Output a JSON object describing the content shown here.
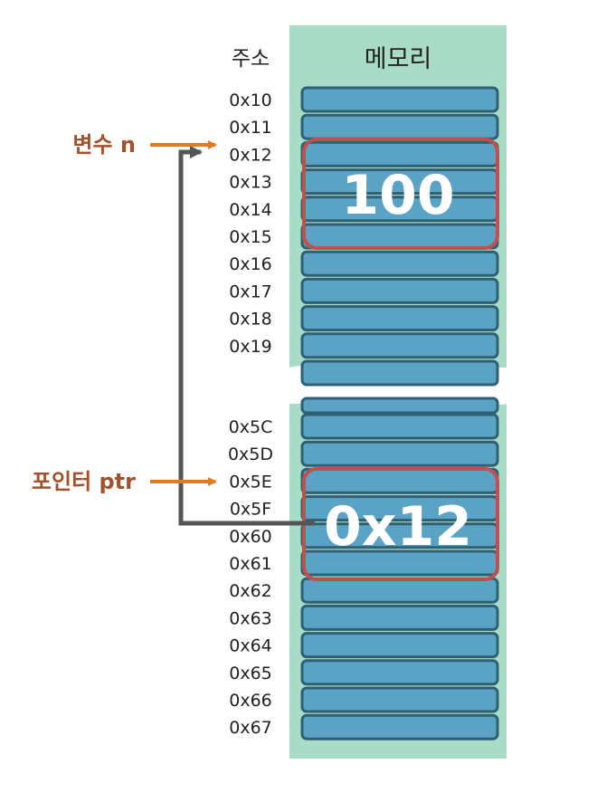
{
  "headers": {
    "address": "주소",
    "memory": "메모리"
  },
  "variables": {
    "n_label": "변수 n",
    "ptr_label": "포인터 ptr"
  },
  "values": {
    "n_value": "100",
    "ptr_value": "0x12"
  },
  "addresses_top": [
    "0x10",
    "0x11",
    "0x12",
    "0x13",
    "0x14",
    "0x15",
    "0x16",
    "0x17",
    "0x18",
    "0x19"
  ],
  "addresses_bottom": [
    "0x5C",
    "0x5D",
    "0x5E",
    "0x5F",
    "0x60",
    "0x61",
    "0x62",
    "0x63",
    "0x64",
    "0x65",
    "0x66",
    "0x67"
  ],
  "colors": {
    "memory_bg": "#a8dcc6",
    "cell_fill": "#5ba3c4",
    "cell_stroke": "#2f5f73",
    "highlight_stroke": "#c0504d",
    "label_color": "#a0522d",
    "arrow_orange": "#e07b22",
    "pointer_line": "#555555",
    "address_text": "#222222"
  }
}
